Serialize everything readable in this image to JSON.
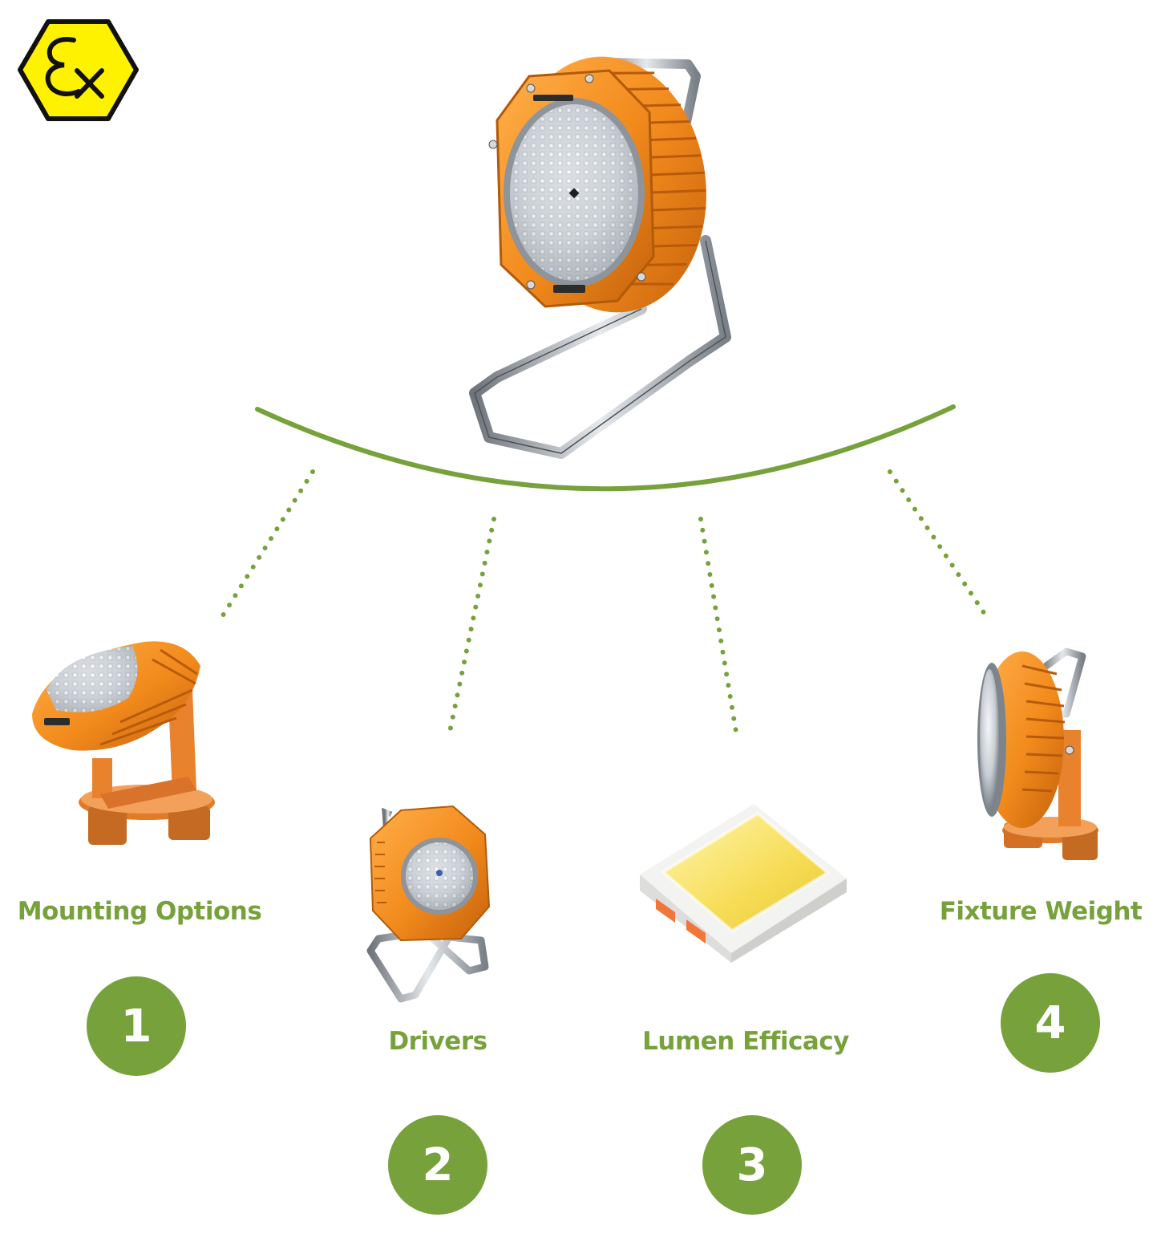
{
  "logo": {
    "mark": "Ex",
    "icon": "atex-ex-hexagon-icon"
  },
  "hero": {
    "icon": "portable-explosion-proof-led-floodlight-icon"
  },
  "colors": {
    "accent": "#76a13b",
    "housing": "#f08a1e",
    "frame": "#b9bdc2",
    "ex_yellow": "#fff200"
  },
  "features": [
    {
      "number": "1",
      "label": "Mounting Options",
      "icon": "pedestal-mount-light-icon"
    },
    {
      "number": "2",
      "label": "Drivers",
      "icon": "portable-light-icon"
    },
    {
      "number": "3",
      "label": "Lumen Efficacy",
      "icon": "smd-led-chip-icon"
    },
    {
      "number": "4",
      "label": "Fixture Weight",
      "icon": "side-view-light-icon"
    }
  ]
}
